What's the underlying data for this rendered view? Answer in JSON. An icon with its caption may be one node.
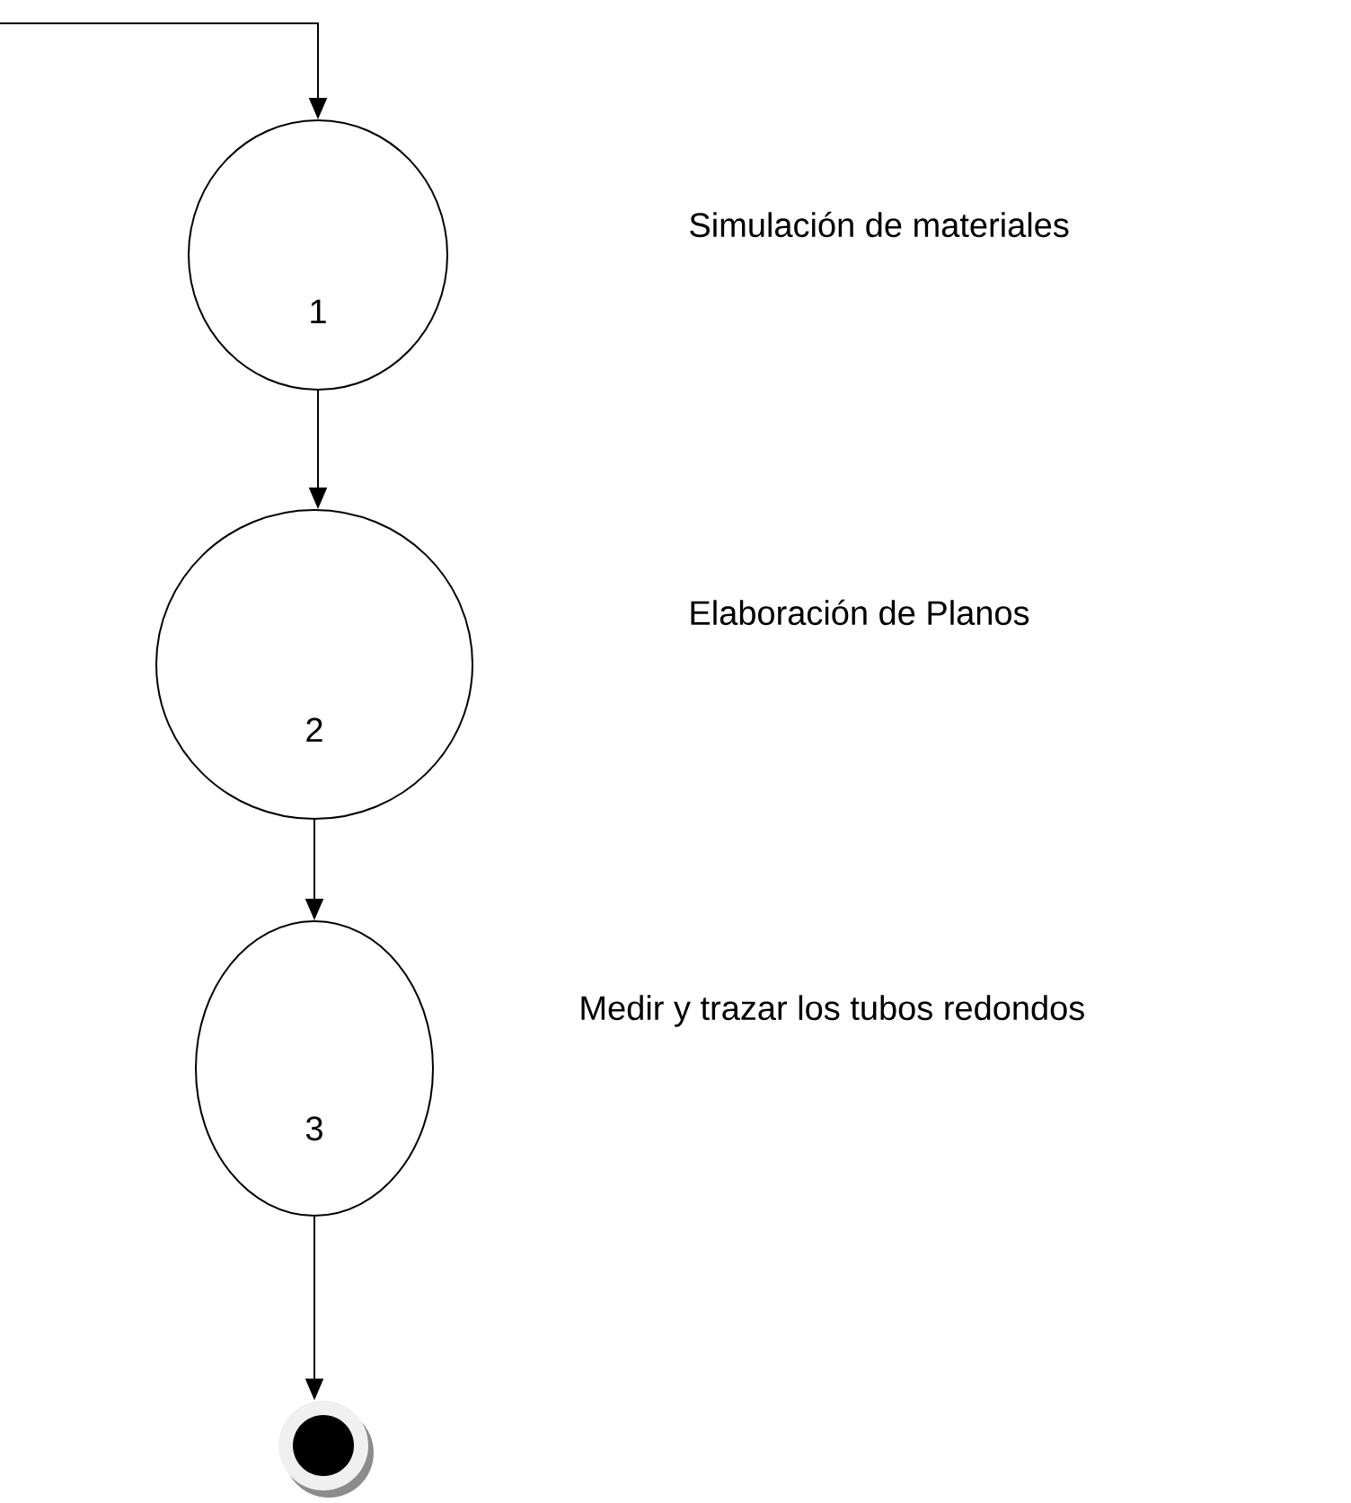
{
  "diagram": {
    "nodes": [
      {
        "text": [
          "1"
        ]
      },
      {
        "text": [
          "2"
        ]
      },
      {
        "text": [
          "3"
        ]
      },
      {
        "text": [],
        "shape": "circle"
      }
    ],
    "edges": [
      {
        "from": null,
        "to": 0,
        "arrow": "to"
      },
      {
        "from": 0,
        "to": 1,
        "arrow": "to"
      },
      {
        "from": 1,
        "to": 2,
        "arrow": "to"
      },
      {
        "from": 2,
        "to": 3,
        "arrow": "to"
      }
    ],
    "labels": [
      "Simulación de materiales",
      "Elaboración de Planos",
      "Medir y trazar los tubos redondos"
    ]
  }
}
